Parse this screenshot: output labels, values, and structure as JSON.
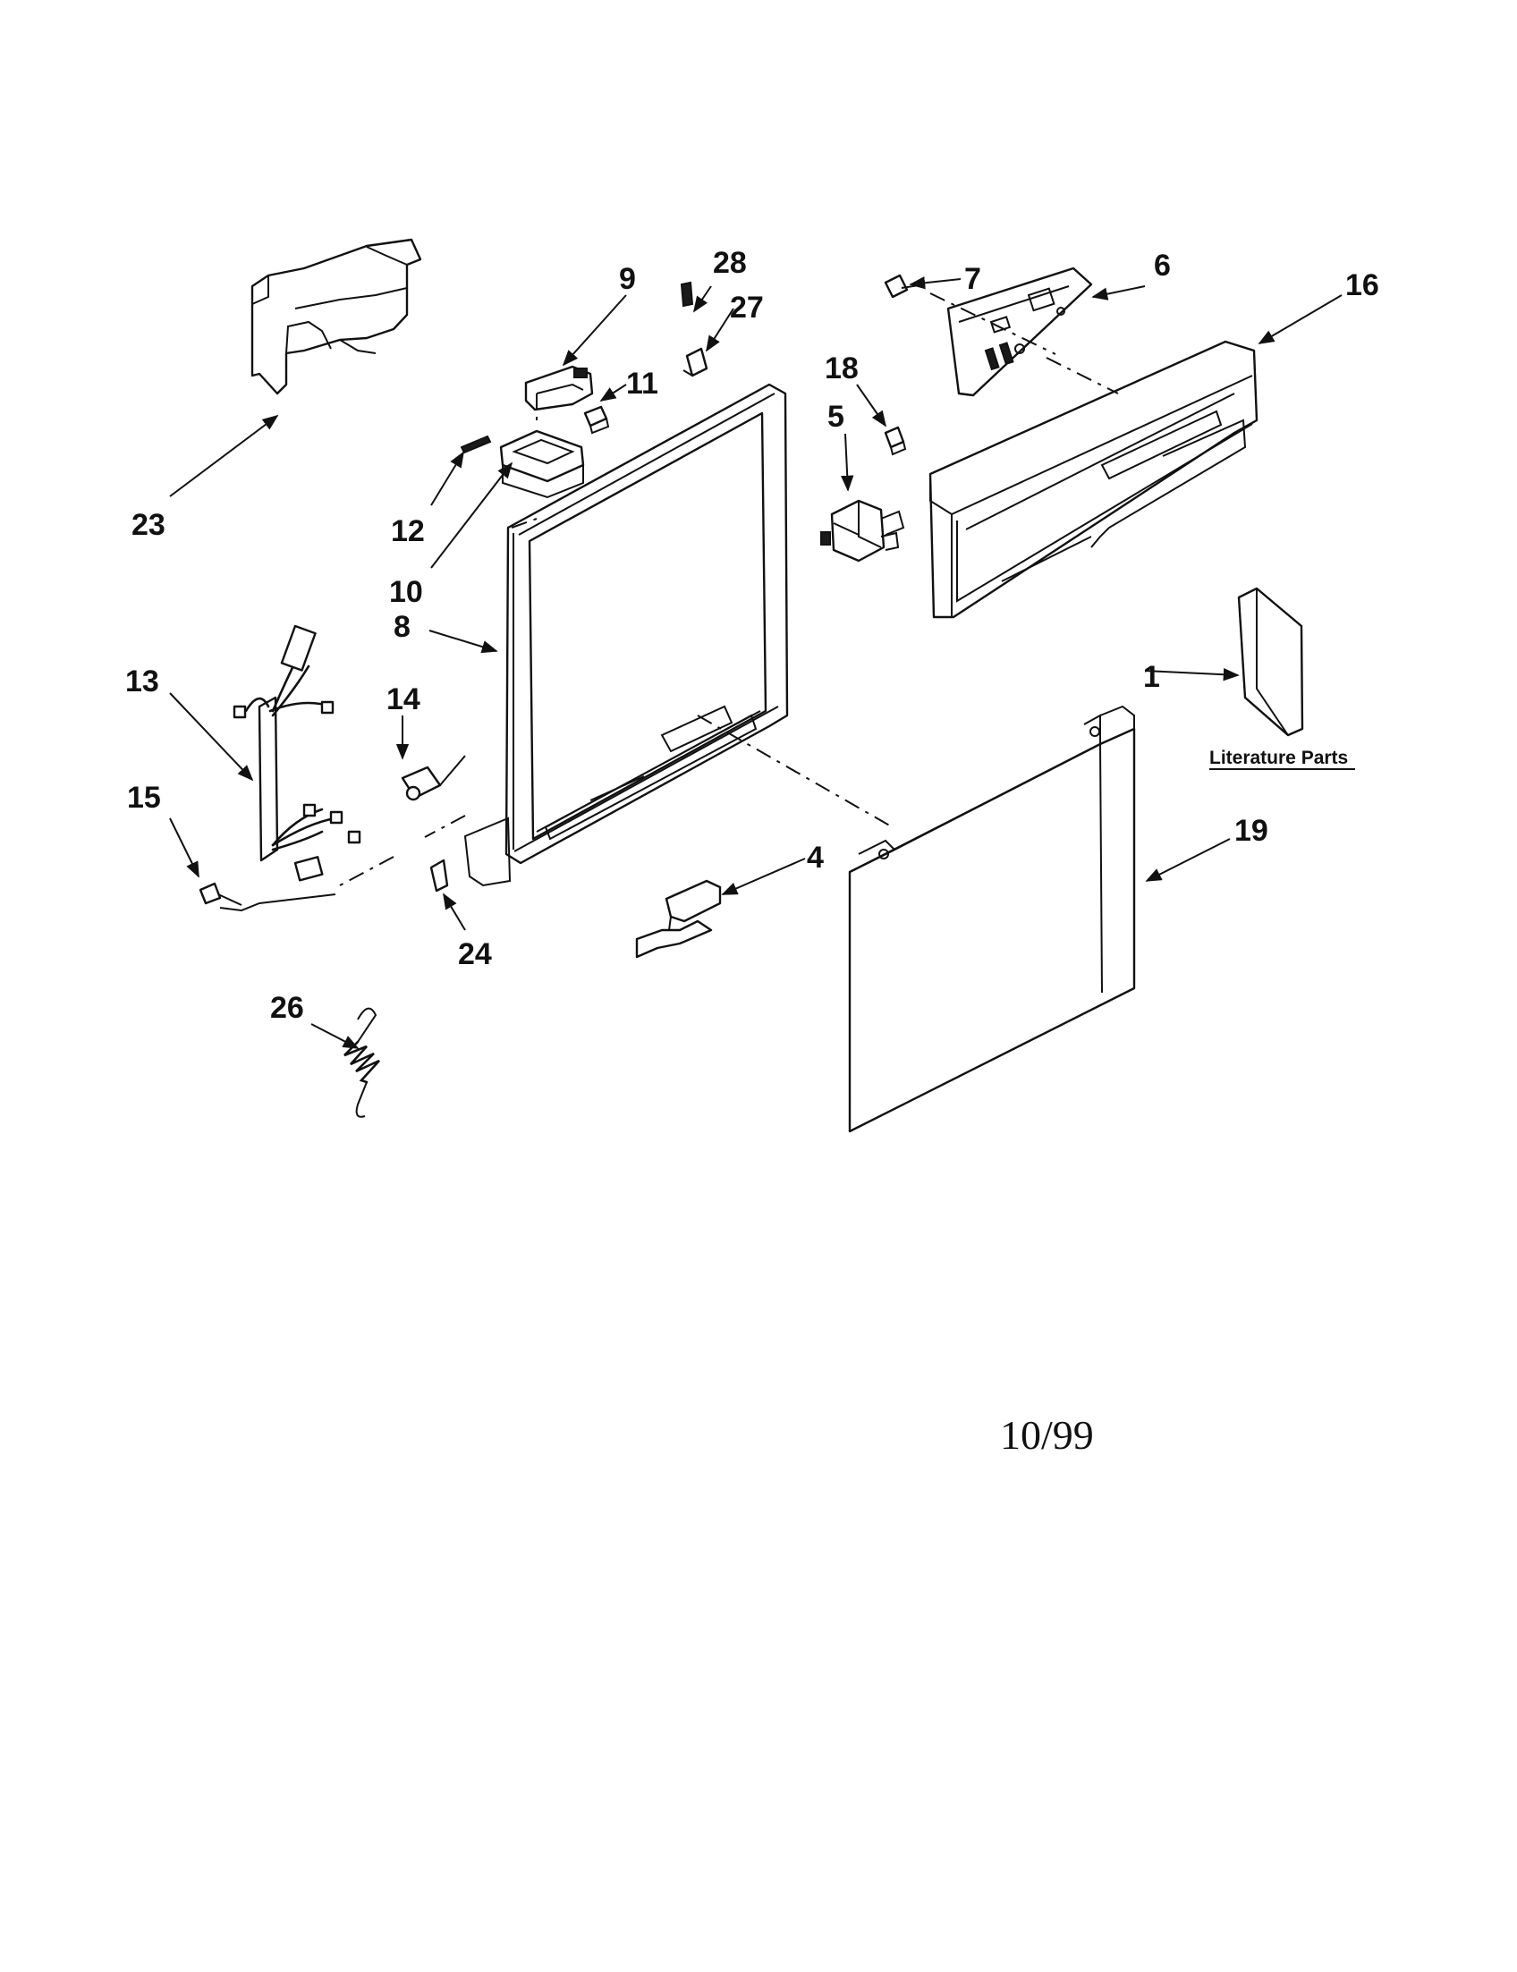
{
  "callouts": [
    {
      "id": "1",
      "label": "1"
    },
    {
      "id": "4",
      "label": "4"
    },
    {
      "id": "5",
      "label": "5"
    },
    {
      "id": "6",
      "label": "6"
    },
    {
      "id": "7",
      "label": "7"
    },
    {
      "id": "8",
      "label": "8"
    },
    {
      "id": "9",
      "label": "9"
    },
    {
      "id": "10",
      "label": "10"
    },
    {
      "id": "11",
      "label": "11"
    },
    {
      "id": "12",
      "label": "12"
    },
    {
      "id": "13",
      "label": "13"
    },
    {
      "id": "14",
      "label": "14"
    },
    {
      "id": "15",
      "label": "15"
    },
    {
      "id": "16",
      "label": "16"
    },
    {
      "id": "18",
      "label": "18"
    },
    {
      "id": "19",
      "label": "19"
    },
    {
      "id": "23",
      "label": "23"
    },
    {
      "id": "24",
      "label": "24"
    },
    {
      "id": "26",
      "label": "26"
    },
    {
      "id": "27",
      "label": "27"
    },
    {
      "id": "28",
      "label": "28"
    }
  ],
  "literature_label": "Literature Parts",
  "date_code": "10/99"
}
